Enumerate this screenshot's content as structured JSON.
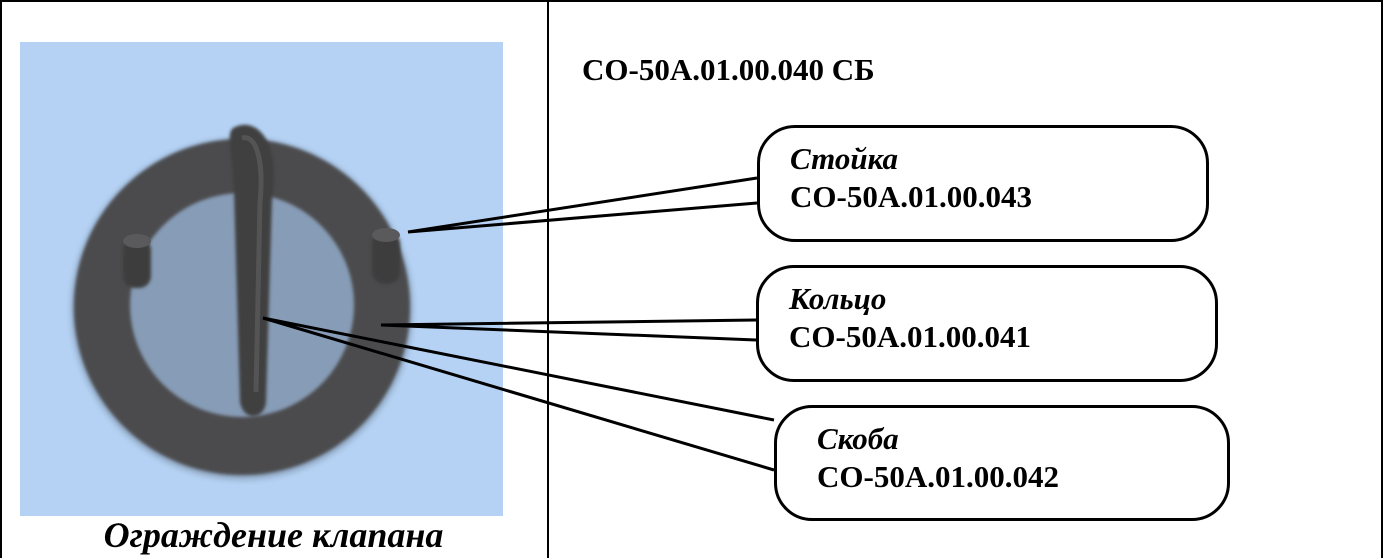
{
  "left_panel": {
    "image_alt": "valve-guard-render",
    "caption": "Ограждение клапана",
    "background_color": "#b5d2f4",
    "part_color": "#4a4a4c"
  },
  "right_panel": {
    "assembly_code": "СО-50А.01.00.040 СБ",
    "callouts": [
      {
        "name": "Стойка",
        "code": "СО-50А.01.00.043"
      },
      {
        "name": "Кольцо",
        "code": "СО-50А.01.00.041"
      },
      {
        "name": "Скоба",
        "code": "СО-50А.01.00.042"
      }
    ]
  }
}
